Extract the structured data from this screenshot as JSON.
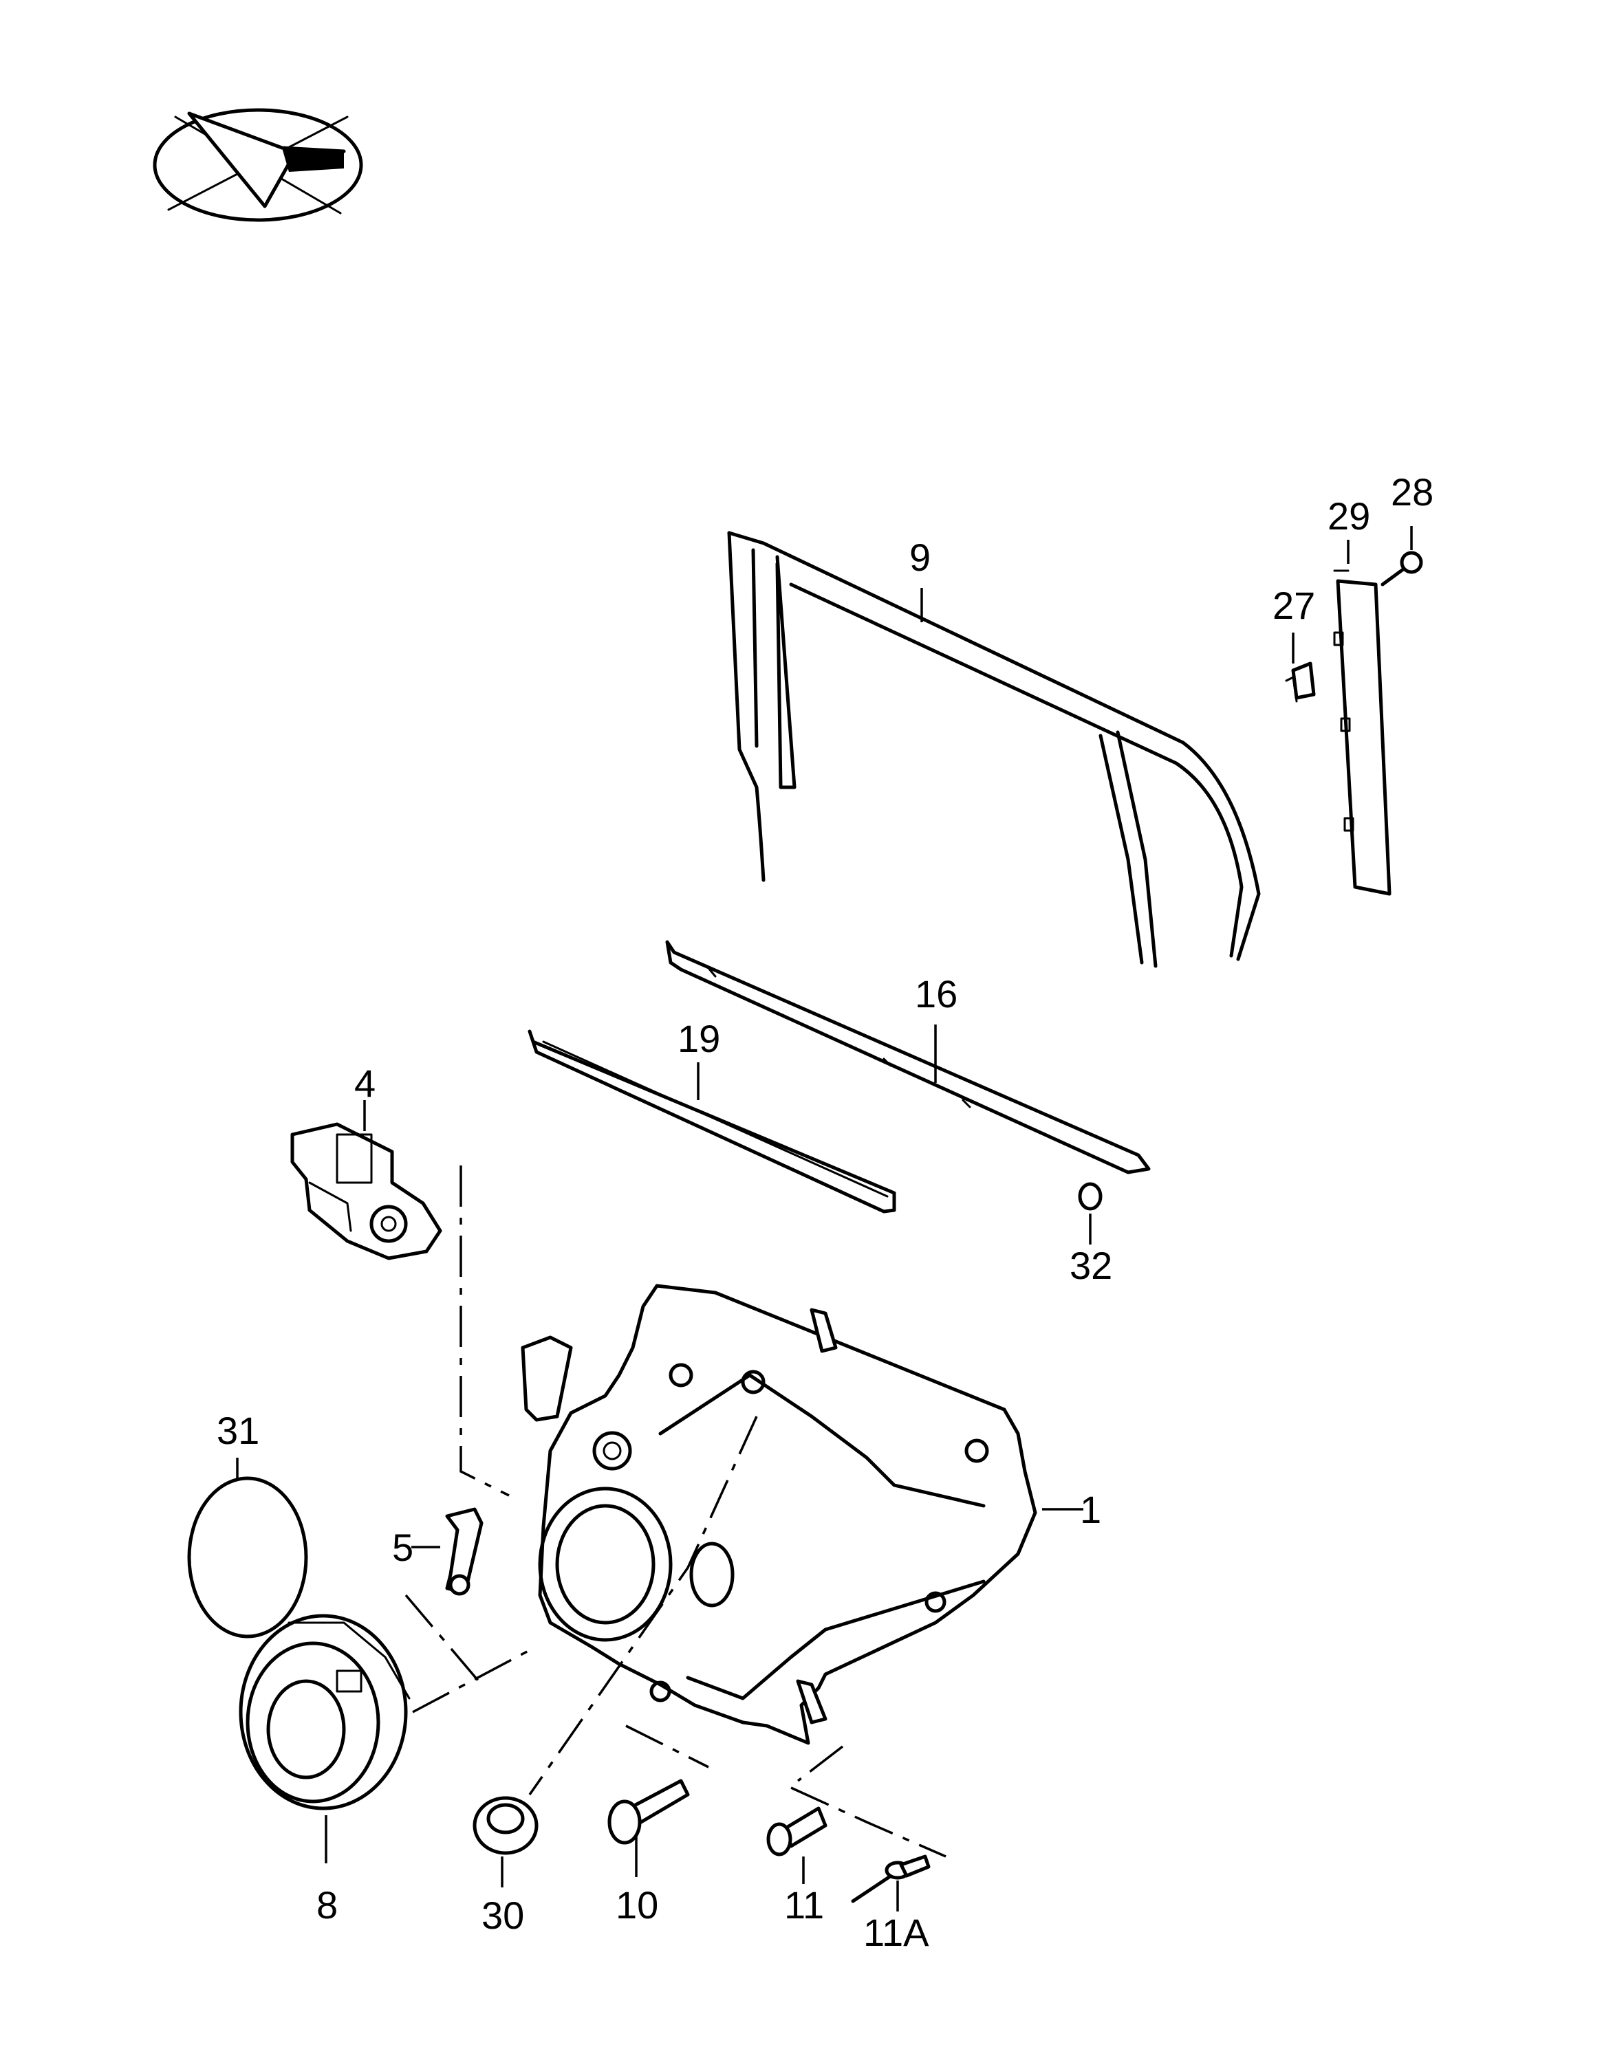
{
  "callouts": {
    "c1": "1",
    "c4": "4",
    "c5": "5",
    "c8": "8",
    "c9": "9",
    "c10": "10",
    "c11": "11",
    "c11a": "11A",
    "c16": "16",
    "c19": "19",
    "c27": "27",
    "c28": "28",
    "c29": "29",
    "c30": "30",
    "c31": "31",
    "c32": "32"
  },
  "icons": {
    "orientation": "orientation-compass-icon"
  },
  "colors": {
    "line": "#000000",
    "background": "#ffffff"
  }
}
